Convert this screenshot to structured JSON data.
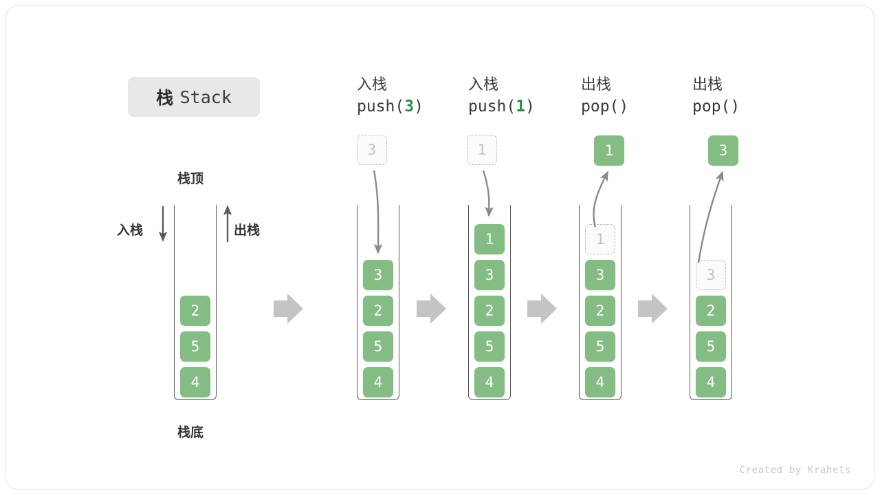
{
  "diagram": {
    "title_cn": "栈",
    "title_en": "Stack",
    "watermark": "Created by Krahets",
    "accent_green": "#84bd84",
    "ghost_gray": "#bdbdbd",
    "arrow_gray": "#bcbcbc",
    "line_gray": "#555555"
  },
  "legend": {
    "top_label": "栈顶",
    "bottom_label": "栈底",
    "push_label": "入栈",
    "pop_label": "出栈"
  },
  "steps": [
    {
      "id": "initial",
      "op_cn": "",
      "op_code_prefix": "",
      "op_code_arg": "",
      "op_code_suffix": "",
      "cells": [
        {
          "value": "2",
          "state": "filled"
        },
        {
          "value": "5",
          "state": "filled"
        },
        {
          "value": "4",
          "state": "filled"
        }
      ],
      "incoming": null,
      "outgoing": null
    },
    {
      "id": "push-3",
      "op_cn": "入栈",
      "op_code_prefix": "push(",
      "op_code_arg": "3",
      "op_code_suffix": ")",
      "cells": [
        {
          "value": "3",
          "state": "filled"
        },
        {
          "value": "2",
          "state": "filled"
        },
        {
          "value": "5",
          "state": "filled"
        },
        {
          "value": "4",
          "state": "filled"
        }
      ],
      "incoming": {
        "value": "3",
        "state": "ghost"
      },
      "outgoing": null
    },
    {
      "id": "push-1",
      "op_cn": "入栈",
      "op_code_prefix": "push(",
      "op_code_arg": "1",
      "op_code_suffix": ")",
      "cells": [
        {
          "value": "1",
          "state": "filled"
        },
        {
          "value": "3",
          "state": "filled"
        },
        {
          "value": "2",
          "state": "filled"
        },
        {
          "value": "5",
          "state": "filled"
        },
        {
          "value": "4",
          "state": "filled"
        }
      ],
      "incoming": {
        "value": "1",
        "state": "ghost"
      },
      "outgoing": null
    },
    {
      "id": "pop-1",
      "op_cn": "出栈",
      "op_code_prefix": "pop(",
      "op_code_arg": "",
      "op_code_suffix": ")",
      "cells": [
        {
          "value": "1",
          "state": "ghost"
        },
        {
          "value": "3",
          "state": "filled"
        },
        {
          "value": "2",
          "state": "filled"
        },
        {
          "value": "5",
          "state": "filled"
        },
        {
          "value": "4",
          "state": "filled"
        }
      ],
      "incoming": null,
      "outgoing": {
        "value": "1",
        "state": "filled"
      }
    },
    {
      "id": "pop-3",
      "op_cn": "出栈",
      "op_code_prefix": "pop(",
      "op_code_arg": "",
      "op_code_suffix": ")",
      "cells": [
        {
          "value": "3",
          "state": "ghost"
        },
        {
          "value": "2",
          "state": "filled"
        },
        {
          "value": "5",
          "state": "filled"
        },
        {
          "value": "4",
          "state": "filled"
        }
      ],
      "incoming": null,
      "outgoing": {
        "value": "3",
        "state": "filled"
      }
    }
  ],
  "flow_arrows": [
    {
      "from": "initial",
      "to": "push-3"
    },
    {
      "from": "push-3",
      "to": "push-1"
    },
    {
      "from": "push-1",
      "to": "pop-1"
    },
    {
      "from": "pop-1",
      "to": "pop-3"
    }
  ]
}
